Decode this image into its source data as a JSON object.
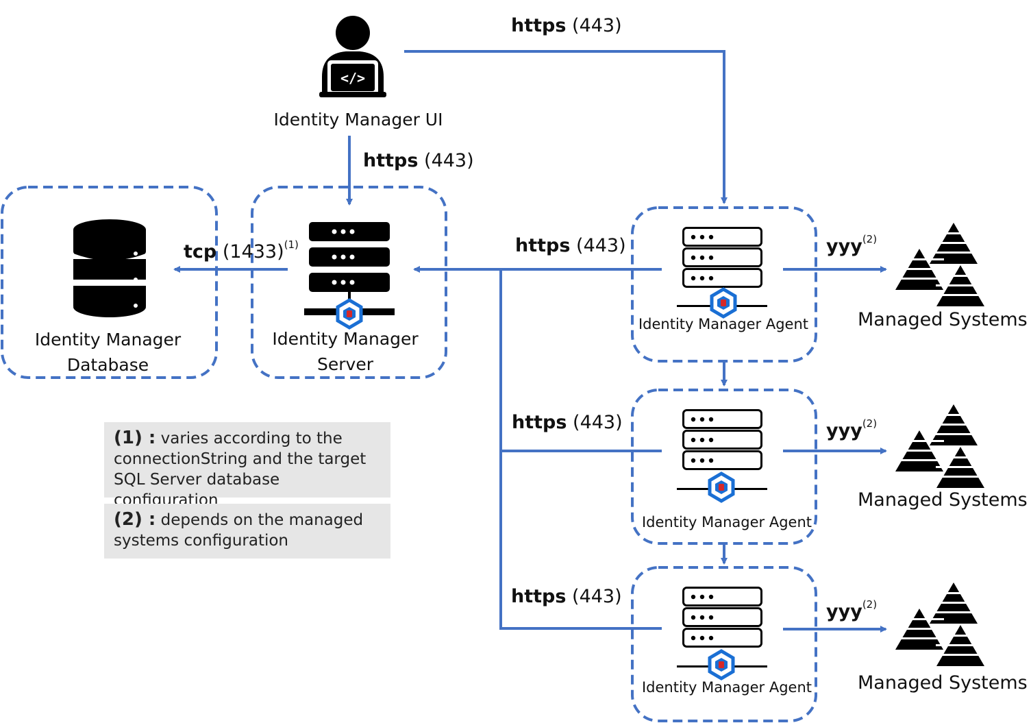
{
  "ui": {
    "title": "Identity Manager UI"
  },
  "database": {
    "line1": "Identity Manager",
    "line2": "Database"
  },
  "server": {
    "line1": "Identity Manager",
    "line2": "Server"
  },
  "agent": {
    "title": "Identity Manager Agent"
  },
  "managed": {
    "title": "Managed Systems"
  },
  "links": {
    "https_word": "https",
    "https_port": "(443)",
    "tcp_word": "tcp",
    "tcp_port": "(1433)",
    "tcp_ref": "(1)",
    "yyy_word": "yyy",
    "yyy_ref": "(2)"
  },
  "notes": [
    {
      "key": "(1) :",
      "text1": " varies according to the",
      "text2": "connectionString and the target",
      "text3": "SQL Server database configuration"
    },
    {
      "key": "(2) :",
      "text1": " depends on the managed",
      "text2": "systems configuration"
    }
  ],
  "colors": {
    "line": "#4472c4",
    "box_border": "#4472c4",
    "icon": "#000000",
    "badge_blue": "#1a6fd4",
    "badge_red": "#d62828",
    "note_bg": "#e6e6e6"
  }
}
